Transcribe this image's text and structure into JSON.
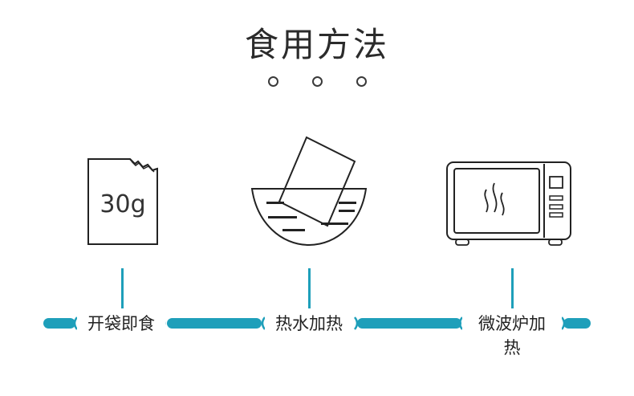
{
  "title": "食用方法",
  "steps": [
    {
      "label": "开袋即食",
      "icon": "packet-icon",
      "packet_text": "30g"
    },
    {
      "label": "热水加热",
      "icon": "hot-water-bowl-icon"
    },
    {
      "label": "微波炉加热",
      "icon": "microwave-icon"
    }
  ],
  "colors": {
    "accent": "#1e9fba",
    "text": "#2b2b2b",
    "icon_stroke": "#222222"
  }
}
